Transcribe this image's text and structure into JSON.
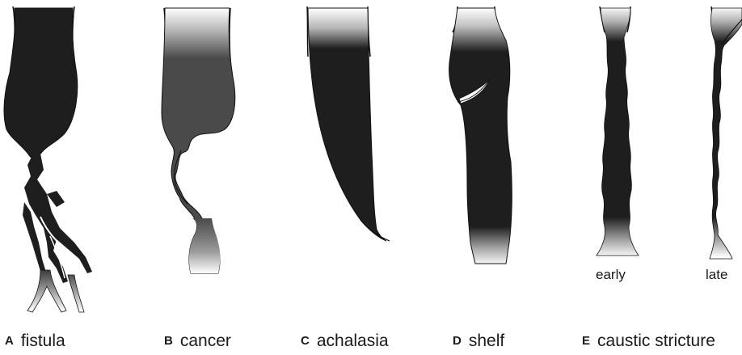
{
  "panels": [
    {
      "letter": "A",
      "name": "fistula"
    },
    {
      "letter": "B",
      "name": "cancer"
    },
    {
      "letter": "C",
      "name": "achalasia"
    },
    {
      "letter": "D",
      "name": "shelf"
    },
    {
      "letter": "E",
      "name": "caustic stricture"
    }
  ],
  "sub_labels": {
    "early": "early",
    "late": "late"
  },
  "colors": {
    "contrast_dark": "#1e1e1e",
    "contrast_grey": "#4a4a4a",
    "outline": "#111111"
  }
}
